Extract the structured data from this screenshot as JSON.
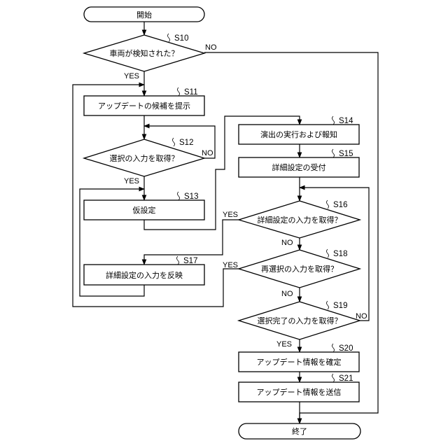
{
  "nodes": {
    "start": "開始",
    "d_s10": "車両が検知された？",
    "p_s11": "アップデートの候補を提示",
    "d_s12": "選択の入力を取得？",
    "p_s13": "仮設定",
    "p_s17": "詳細設定の入力を反映",
    "p_s14": "演出の実行および報知",
    "p_s15": "詳細設定の受付",
    "d_s16": "詳細設定の入力を取得？",
    "d_s18": "再選択の入力を取得？",
    "d_s19": "選択完了の入力を取得？",
    "p_s20": "アップデート情報を確定",
    "p_s21": "アップデート情報を送信",
    "end": "終了"
  },
  "steps": {
    "s10": "S10",
    "s11": "S11",
    "s12": "S12",
    "s13": "S13",
    "s14": "S14",
    "s15": "S15",
    "s16": "S16",
    "s17": "S17",
    "s18": "S18",
    "s19": "S19",
    "s20": "S20",
    "s21": "S21"
  },
  "branches": {
    "s10_no": "NO",
    "s10_yes": "YES",
    "s12_no": "NO",
    "s12_yes": "YES",
    "s16_yes": "YES",
    "s16_no": "NO",
    "s18_yes": "YES",
    "s18_no": "NO",
    "s19_no": "NO",
    "s19_yes": "YES"
  }
}
